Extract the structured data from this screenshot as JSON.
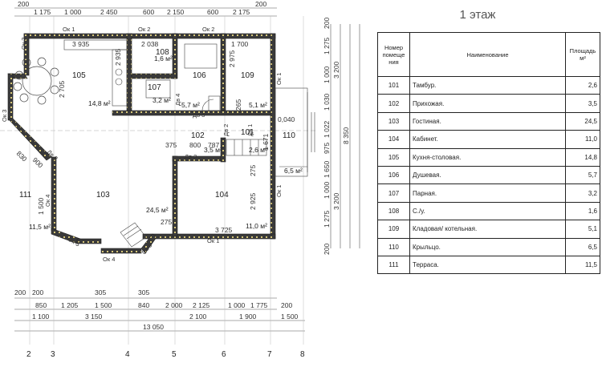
{
  "floor_title": "1 этаж",
  "table": {
    "headers": {
      "number": "Номер помеще ния",
      "name": "Наименование",
      "area": "Площадь м²"
    },
    "rows": [
      {
        "number": "101",
        "name": "Тамбур.",
        "area": "2,6"
      },
      {
        "number": "102",
        "name": "Прихожая.",
        "area": "3,5"
      },
      {
        "number": "103",
        "name": "Гостиная.",
        "area": "24,5"
      },
      {
        "number": "104",
        "name": "Кабинет.",
        "area": "11,0"
      },
      {
        "number": "105",
        "name": "Кухня-столовая.",
        "area": "14,8"
      },
      {
        "number": "106",
        "name": "Душевая.",
        "area": "5,7"
      },
      {
        "number": "107",
        "name": "Парная.",
        "area": "3,2"
      },
      {
        "number": "108",
        "name": "С./у.",
        "area": "1,6"
      },
      {
        "number": "109",
        "name": "Кладовая/ котельная.",
        "area": "5,1"
      },
      {
        "number": "110",
        "name": "Крыльцо.",
        "area": "6,5"
      },
      {
        "number": "111",
        "name": "Терраса.",
        "area": "11,5"
      }
    ]
  },
  "plan": {
    "top_dims": [
      "200",
      "1 175",
      "1 000",
      "2 450",
      "600",
      "2 150",
      "600",
      "2 175",
      "200"
    ],
    "inner_top_dims": [
      "3 935",
      "2 038",
      "1 700",
      "2 935",
      "2 975"
    ],
    "bottom_dims_row1": [
      "200",
      "200",
      "305",
      "305"
    ],
    "bottom_dims_row2": [
      "850",
      "1 205",
      "1 500",
      "840",
      "2 000",
      "2 125",
      "1 000",
      "1 775",
      "200"
    ],
    "bottom_dims_row3": [
      "1 100",
      "3 150",
      "2 100",
      "1 900",
      "1 500"
    ],
    "bottom_total": "13 050",
    "right_dims": [
      "200",
      "1 275",
      "1 000",
      "1 030",
      "1 022",
      "975",
      "1 650",
      "1 000",
      "1 275",
      "200"
    ],
    "right_sub_dims": [
      "3 200",
      "8 350",
      "3 200"
    ],
    "axes": [
      "2",
      "3",
      "4",
      "5",
      "6",
      "7",
      "8"
    ],
    "rooms": [
      {
        "number": "105",
        "area": "14,8 м²"
      },
      {
        "number": "108",
        "area": "1,6 м²"
      },
      {
        "number": "107",
        "area": "3,2 м²"
      },
      {
        "number": "106",
        "area": "5,7 м²"
      },
      {
        "number": "109",
        "area": "5,1 м²"
      },
      {
        "number": "102",
        "area": "3,5 м²"
      },
      {
        "number": "101",
        "area": "2,6 м²"
      },
      {
        "number": "110",
        "area": "6,5 м²"
      },
      {
        "number": "103",
        "area": "24,5 м²"
      },
      {
        "number": "104",
        "area": "11,0 м²"
      },
      {
        "number": "111",
        "area": "11,5 м²"
      }
    ],
    "windows": [
      "Ок 1",
      "Ок 2",
      "Ок 2",
      "Ок 1",
      "Ок 1",
      "Ок 1",
      "Ок 3",
      "Ок 4",
      "Ок 5",
      "Ок 4",
      "Ок 5",
      "Ок 2"
    ],
    "doors": [
      "Дв 4",
      "Дв 3",
      "Дв 2",
      "Дв 1",
      "Дв 3",
      "Дв 2"
    ],
    "misc_dims": [
      "2 705",
      "265",
      "0,040",
      "375",
      "800",
      "787",
      "1 671",
      "275",
      "2 925",
      "3 725",
      "275",
      "830",
      "900",
      "1 500"
    ]
  }
}
